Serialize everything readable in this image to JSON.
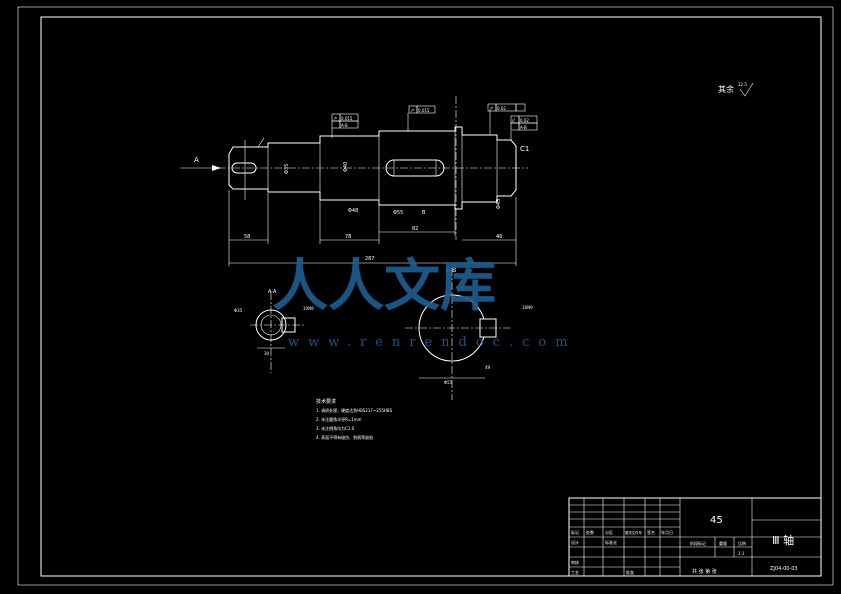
{
  "title_block": {
    "material": "45",
    "part_name": "Ⅲ 轴",
    "drawing_no": "ZJ04-00-03",
    "scale": "1:1",
    "header_cells": [
      "标记",
      "处数",
      "分区",
      "更改文件号",
      "签名",
      "年月日"
    ],
    "role_cells": [
      "设计",
      "标准化",
      "审核",
      "工艺",
      "批准"
    ],
    "stage_mark": "阶段标记",
    "weight": "重量",
    "scale_label": "比例",
    "sheet_info": "共 张 第 张"
  },
  "technical_requirements": {
    "heading": "技术要求",
    "items": [
      "1. 调质处理，硬度达到HBS217~255HBS",
      "2. 未注圆角半径R=1mm",
      "3. 未注倒角均为C1.0",
      "4. 表面不得有碰伤、划痕等缺陷"
    ]
  },
  "roughness_note": {
    "text": "其余",
    "value": "12.5"
  },
  "section_labels": {
    "view_a": "A",
    "view_b": "B",
    "section_aa": "A-A",
    "section_bb": "B-B"
  },
  "main_view_dims": {
    "overall_length": "287",
    "d1": "Φ35",
    "d2": "Φ40",
    "d3": "Φ48",
    "d4": "Φ55",
    "d5": "Φ45",
    "chamfer": "C1",
    "len_a": "58",
    "len_b": "78",
    "len_c": "82",
    "len_d": "46"
  },
  "tolerance_frames": [
    {
      "sym": "↗",
      "val": "0.015",
      "ref": "A-B"
    },
    {
      "sym": "↗",
      "val": "0.015",
      "ref": "A-B"
    },
    {
      "sym": "↗",
      "val": "0.02",
      "ref": "A-B"
    },
    {
      "sym": "//",
      "val": "0.02",
      "ref": "A-B"
    }
  ],
  "section_dims": {
    "small_key": "10N9",
    "small_depth": "30",
    "large_key": "16N9",
    "large_depth": "49",
    "small_dia": "Φ35",
    "large_dia": "Φ55"
  },
  "watermark": {
    "text": "人人文库",
    "url": "www.renrendoc.com"
  }
}
